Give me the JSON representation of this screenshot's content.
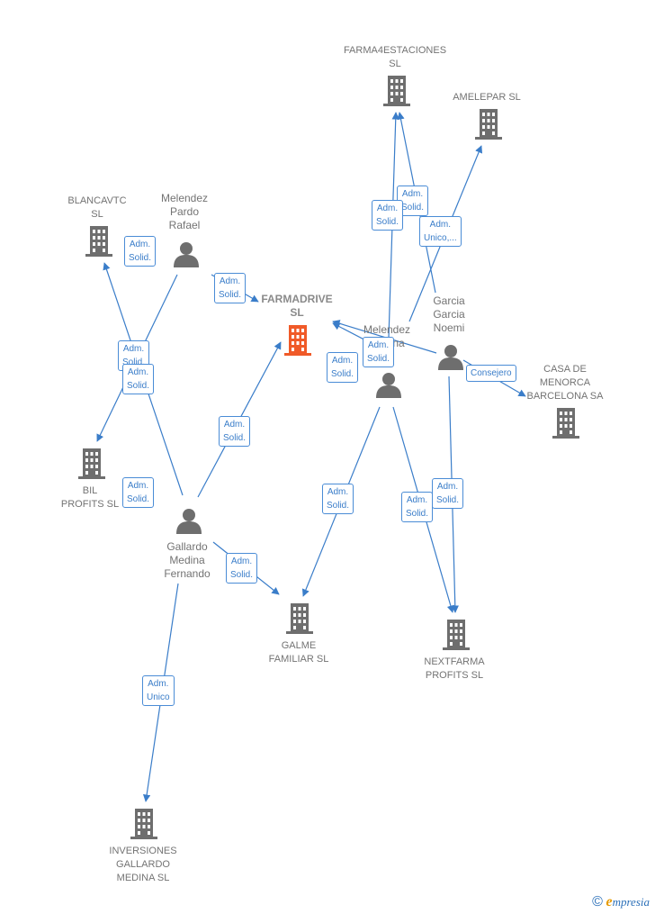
{
  "colors": {
    "edge": "#3a7dc9",
    "company": "#6e6e6e",
    "center_company": "#f05a28",
    "person": "#6e6e6e"
  },
  "companies": {
    "farmadrive": "FARMADRIVE\nSL",
    "farma4estaciones": "FARMA4ESTACIONES\nSL",
    "amelepar": "AMELEPAR  SL",
    "blancavtc": "BLANCAVTC\nSL",
    "bil_profits": "BIL\nPROFITS  SL",
    "casa_menorca": "CASA DE\nMENORCA\nBARCELONA SA",
    "galme": "GALME\nFAMILIAR  SL",
    "nextfarma": "NEXTFARMA\nPROFITS  SL",
    "inversiones": "INVERSIONES\nGALLARDO\nMEDINA  SL"
  },
  "persons": {
    "melendez_pardo": "Melendez\nPardo\nRafael",
    "melendez_medina": "Melendez\nMedina",
    "garcia": "Garcia\nGarcia\nNoemi",
    "gallardo": "Gallardo\nMedina\nFernando"
  },
  "badges": {
    "b1": "Adm.\nSolid.",
    "b2": "Adm.\nSolid.",
    "b3": "Adm.\nSolid.",
    "b4": "Adm.\nSolid.",
    "b5": "Adm.\nSolid.",
    "b6": "Adm.\nSolid.",
    "b7": "Adm.\nSolid.",
    "b8": "Adm.\nSolid.",
    "b9": "Adm.\nUnico,...",
    "b10": "Adm.\nSolid.",
    "b11": "Adm.\nSolid.",
    "b12": "Consejero",
    "b13": "Adm.\nSolid.",
    "b14": "Adm.\nSolid.",
    "b15": "Adm.\nSolid.",
    "b16": "Adm.\nSolid.",
    "b17": "Adm.\nUnico"
  },
  "footer": {
    "symbol": "©",
    "brand_e": "e",
    "brand_rest": "mpresia"
  }
}
